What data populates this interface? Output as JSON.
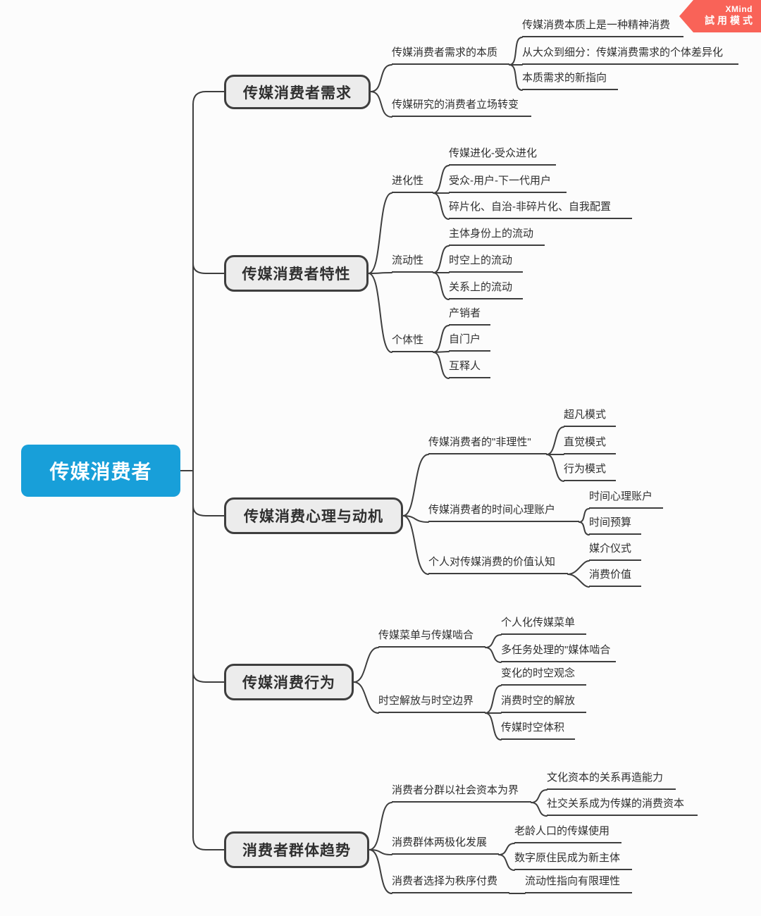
{
  "badge": {
    "brand": "XMind",
    "mode": "試用模式"
  },
  "root": {
    "label": "传媒消费者"
  },
  "branches": [
    {
      "label": "传媒消费者需求",
      "children": [
        {
          "label": "传媒消费者需求的本质",
          "children": [
            {
              "label": "传媒消费本质上是一种精神消费"
            },
            {
              "label": "从大众到细分：传媒消费需求的个体差异化"
            },
            {
              "label": "本质需求的新指向"
            }
          ]
        },
        {
          "label": "传媒研究的消费者立场转变"
        }
      ]
    },
    {
      "label": "传媒消费者特性",
      "children": [
        {
          "label": "进化性",
          "children": [
            {
              "label": "传媒进化-受众进化"
            },
            {
              "label": "受众-用户-下一代用户"
            },
            {
              "label": "碎片化、自治-非碎片化、自我配置"
            }
          ]
        },
        {
          "label": "流动性",
          "children": [
            {
              "label": "主体身份上的流动"
            },
            {
              "label": "时空上的流动"
            },
            {
              "label": "关系上的流动"
            }
          ]
        },
        {
          "label": "个体性",
          "children": [
            {
              "label": "产销者"
            },
            {
              "label": "自门户"
            },
            {
              "label": "互释人"
            }
          ]
        }
      ]
    },
    {
      "label": "传媒消费心理与动机",
      "children": [
        {
          "label": "传媒消费者的\"非理性\"",
          "children": [
            {
              "label": "超凡模式"
            },
            {
              "label": "直觉模式"
            },
            {
              "label": "行为模式"
            }
          ]
        },
        {
          "label": "传媒消费者的时间心理账户",
          "children": [
            {
              "label": "时间心理账户"
            },
            {
              "label": "时间预算"
            }
          ]
        },
        {
          "label": "个人对传媒消费的价值认知",
          "children": [
            {
              "label": "媒介仪式"
            },
            {
              "label": "消费价值"
            }
          ]
        }
      ]
    },
    {
      "label": "传媒消费行为",
      "children": [
        {
          "label": "传媒菜单与传媒啮合",
          "children": [
            {
              "label": "个人化传媒菜单"
            },
            {
              "label": "多任务处理的\"媒体啮合"
            }
          ]
        },
        {
          "label": "时空解放与时空边界",
          "children": [
            {
              "label": "变化的时空观念"
            },
            {
              "label": "消费时空的解放"
            },
            {
              "label": "传媒时空体积"
            }
          ]
        }
      ]
    },
    {
      "label": "消费者群体趋势",
      "children": [
        {
          "label": "消费者分群以社会资本为界",
          "children": [
            {
              "label": "文化资本的关系再造能力"
            },
            {
              "label": "社交关系成为传媒的消费资本"
            }
          ]
        },
        {
          "label": "消费群体两极化发展",
          "children": [
            {
              "label": "老龄人口的传媒使用"
            },
            {
              "label": "数字原住民成为新主体"
            }
          ]
        },
        {
          "label": "消费者选择为秩序付费",
          "children": [
            {
              "label": "流动性指向有限理性"
            }
          ]
        }
      ]
    }
  ],
  "colors": {
    "root_fill": "#189FD9",
    "branch_fill": "#ECECEC",
    "line": "#3E3E3E",
    "ribbon": "#F96358"
  }
}
